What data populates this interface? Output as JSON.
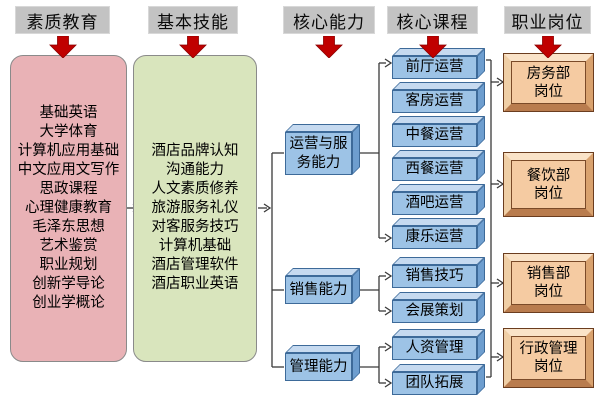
{
  "headers": [
    "素质教育",
    "基本技能",
    "核心能力",
    "核心课程",
    "职业岗位"
  ],
  "quality_courses": [
    "基础英语",
    "大学体育",
    "计算机应用基础",
    "中文应用文写作",
    "思政课程",
    "心理健康教育",
    "毛泽东思想",
    "艺术鉴赏",
    "职业规划",
    "创新学导论",
    "创业学概论"
  ],
  "skill_courses": [
    "酒店品牌认知",
    "沟通能力",
    "人文素质修养",
    "旅游服务礼仪",
    "对客服务技巧",
    "计算机基础",
    "酒店管理软件",
    "酒店职业英语"
  ],
  "abilities": [
    "运营与服务能力",
    "销售能力",
    "管理能力"
  ],
  "core_courses": [
    "前厅运营",
    "客房运营",
    "中餐运营",
    "西餐运营",
    "酒吧运营",
    "康乐运营",
    "销售技巧",
    "会展策划",
    "人资管理",
    "团队拓展"
  ],
  "positions": [
    "房务部\n岗位",
    "餐饮部\n岗位",
    "销售部\n岗位",
    "行政管理\n岗位"
  ],
  "colors": {
    "header_bg": "#c3c3c3",
    "quality_box_bg": "#e9b2b6",
    "skills_box_bg": "#d9e5bd",
    "blue_front": "#9dc3e6",
    "blue_top": "#c6daf0",
    "blue_side": "#6e9ecf",
    "blue_border": "#3d6a99",
    "orange_face": "#f5cba2",
    "orange_bevel_dark": "#b97c4e",
    "red_arrow": "#c00000",
    "connector_line": "#3a3a3a"
  }
}
